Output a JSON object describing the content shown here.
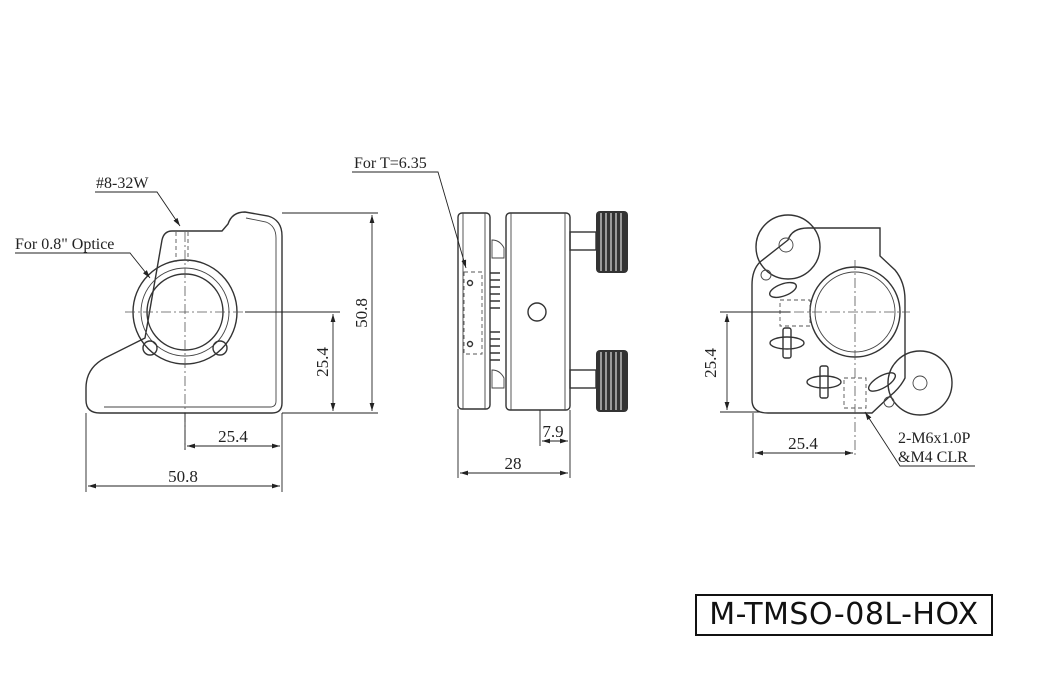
{
  "part_number": "M-TMSO-08L-HOX",
  "front_view": {
    "thread_note": "#8-32W",
    "optic_note": "For 0.8\" Optice",
    "dim_height_total": "50.8",
    "dim_height_center": "25.4",
    "dim_width_center": "25.4",
    "dim_width_total": "50.8"
  },
  "side_view": {
    "thickness_note": "For T=6.35",
    "dim_depth_total": "28",
    "dim_knob_offset": "7.9"
  },
  "back_view": {
    "dim_height_center": "25.4",
    "dim_width_center": "25.4",
    "mount_note_line1": "2-M6x1.0P",
    "mount_note_line2": "&M4 CLR"
  }
}
